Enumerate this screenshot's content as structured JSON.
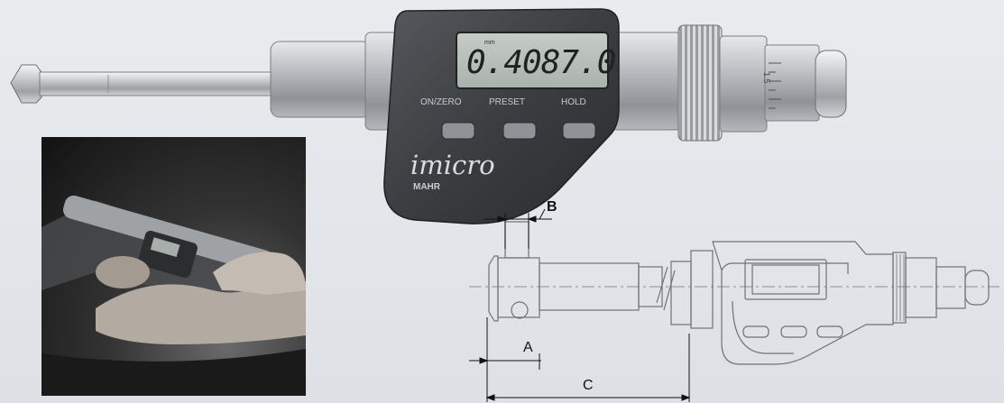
{
  "device": {
    "display_reading": "0.4087.0",
    "display_unit": "mm",
    "button_labels": [
      "ON/ZERO",
      "PRESET",
      "HOLD"
    ],
    "brand": "imicro",
    "brand_sub": "MAHR",
    "thimble_mark": "1.5"
  },
  "drawing": {
    "labels": {
      "b": "B",
      "a": "A",
      "c": "C"
    }
  },
  "colors": {
    "background": "#e5e8eb",
    "housing": "#3a3c3f",
    "metal": "#b9bcbf",
    "line": "#7b7d7f"
  }
}
